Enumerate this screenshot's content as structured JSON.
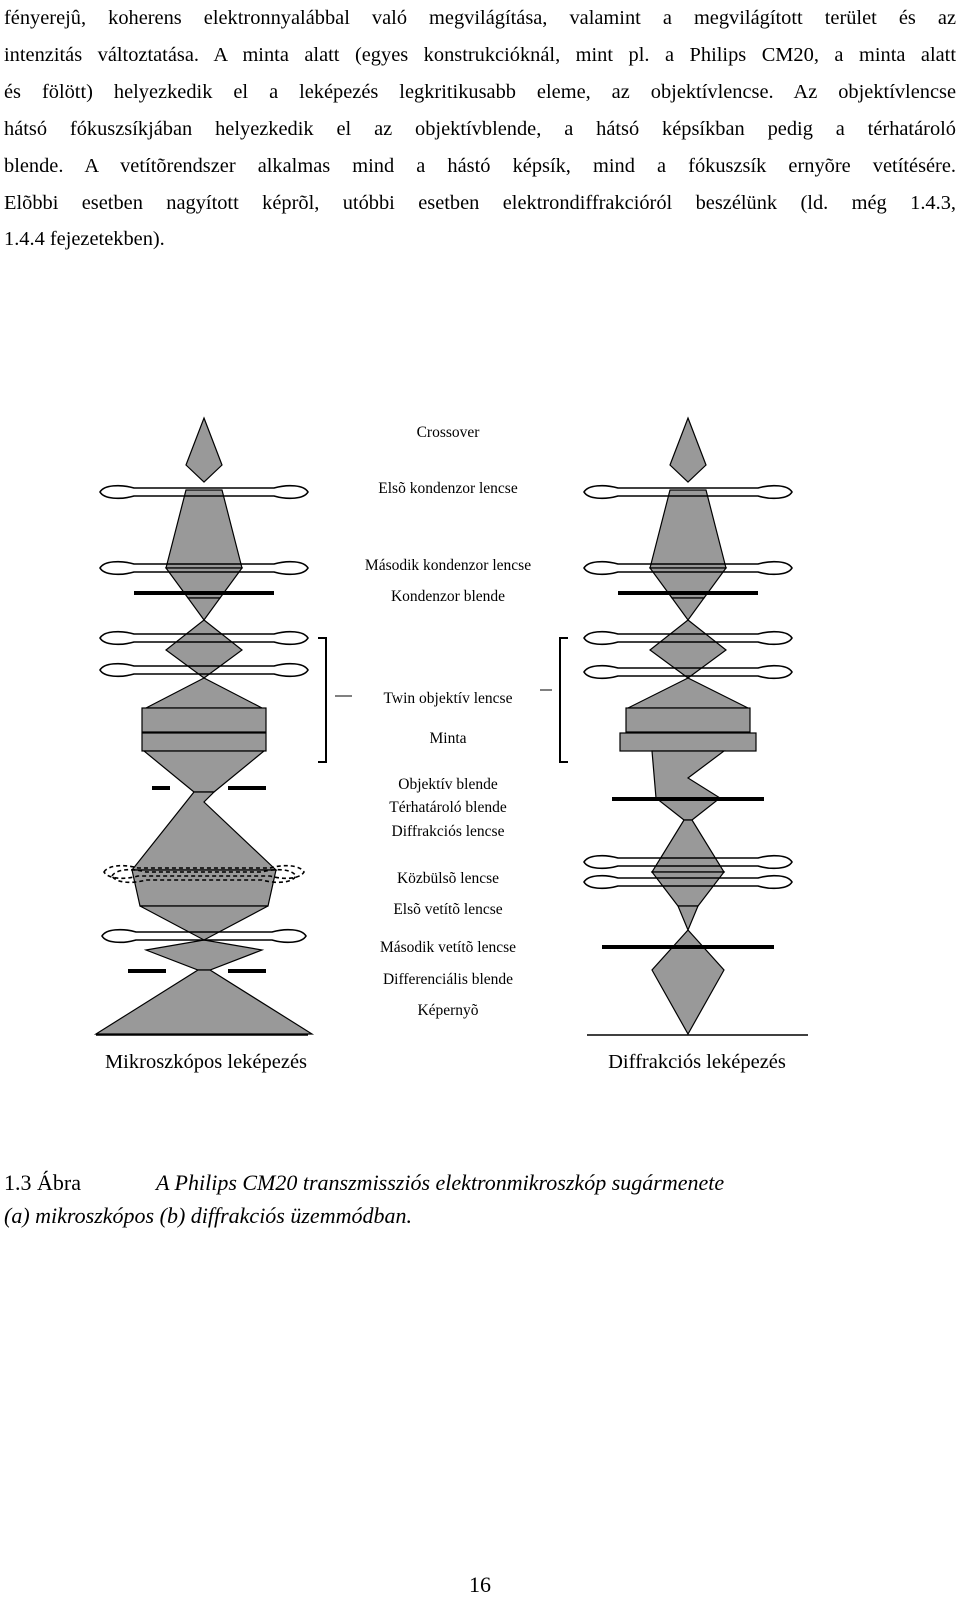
{
  "body": {
    "lines": [
      "fényerejû, koherens elektronnyalábbal való megvilágítása, valamint a megvilágított terület és az",
      "intenzitás változtatása. A minta alatt (egyes konstrukcióknál, mint pl. a Philips CM20, a minta alatt",
      "és fölött) helyezkedik el a leképezés legkritikusabb eleme, az objektívlencse. Az objektívlencse",
      "hátsó fókuszsíkjában helyezkedik el az objektívblende, a hátsó képsíkban pedig a térhatároló",
      "blende. A vetítõrendszer alkalmas mind a hástó képsík, mind a fókuszsík ernyõre vetítésére.",
      "Elõbbi esetben nagyított képrõl, utóbbi esetben elektrondiffrakcióról beszélünk (ld. még 1.4.3,",
      "1.4.4 fejezetekben)."
    ]
  },
  "diagram": {
    "labels": [
      "Crossover",
      "Elsõ kondenzor lencse",
      "Második kondenzor lencse",
      "Kondenzor blende",
      "Twin objektív lencse",
      "Minta",
      "Objektív blende",
      "Térhatároló blende",
      "Diffrakciós lencse",
      "Közbülsõ lencse",
      "Elsõ vetítõ lencse",
      "Második vetítõ lencse",
      "Differenciális blende",
      "Képernyõ"
    ],
    "left_mode": "Mikroszkópos leképezés",
    "right_mode": "Diffrakciós leképezés",
    "colors": {
      "beam": "#999999",
      "outline": "#000000"
    }
  },
  "caption": {
    "number": "1.3 Ábra",
    "title": "A Philips CM20 transzmissziós elektronmikroszkóp sugármenete",
    "line2": "(a) mikroszkópos (b) diffrakciós üzemmódban."
  },
  "page_number": "16"
}
